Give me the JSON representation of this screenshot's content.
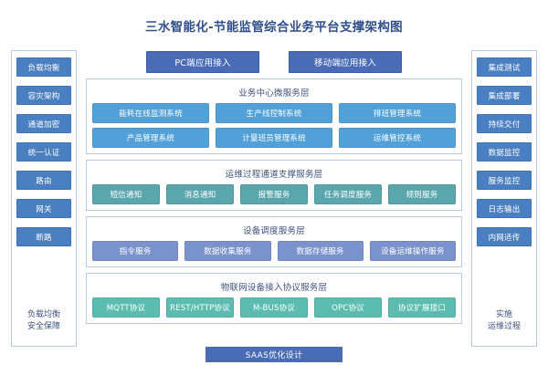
{
  "title": "三水智能化-节能监管综合业务平台支撑架构图",
  "entry_buttons": [
    {
      "label": "PC端应用接入"
    },
    {
      "label": "移动端应用接入"
    }
  ],
  "left_column": {
    "items": [
      {
        "label": "负载均衡"
      },
      {
        "label": "容灾架构"
      },
      {
        "label": "通道加密"
      },
      {
        "label": "统一认证"
      },
      {
        "label": "路由"
      },
      {
        "label": "网关"
      },
      {
        "label": "断路"
      }
    ],
    "caption_line1": "负载均衡",
    "caption_line2": "安全保障"
  },
  "right_column": {
    "items": [
      {
        "label": "集成测试"
      },
      {
        "label": "集成部署"
      },
      {
        "label": "持续交付"
      },
      {
        "label": "数据监控"
      },
      {
        "label": "服务监控"
      },
      {
        "label": "日志输出"
      },
      {
        "label": "内网适传"
      }
    ],
    "caption_line1": "实施",
    "caption_line2": "运维过程"
  },
  "layers": [
    {
      "title": "业务中心微服务层",
      "color": "c-blue",
      "rows": [
        [
          {
            "label": "能耗在线监测系统"
          },
          {
            "label": "生产线控制系统"
          },
          {
            "label": "排班管理系统"
          }
        ],
        [
          {
            "label": "产品管理系统"
          },
          {
            "label": "计量班员管理系统"
          },
          {
            "label": "运维管控系统"
          }
        ]
      ]
    },
    {
      "title": "运维过程通道支撑服务层",
      "color": "c-teal",
      "rows": [
        [
          {
            "label": "短信通知"
          },
          {
            "label": "消息通知"
          },
          {
            "label": "报警服务"
          },
          {
            "label": "任务调度服务"
          },
          {
            "label": "规则服务"
          }
        ]
      ]
    },
    {
      "title": "设备调度服务层",
      "color": "c-slate",
      "rows": [
        [
          {
            "label": "指令服务"
          },
          {
            "label": "数据收集服务"
          },
          {
            "label": "数据存储服务"
          },
          {
            "label": "设备运维操作服务"
          }
        ]
      ]
    },
    {
      "title": "物联网设备接入协议服务层",
      "color": "c-mint",
      "rows": [
        [
          {
            "label": "MQTT协议"
          },
          {
            "label": "REST/HTTP协议"
          },
          {
            "label": "M-BUS协议"
          },
          {
            "label": "OPC协议"
          },
          {
            "label": "协议扩展接口"
          }
        ]
      ]
    }
  ],
  "bottom_banner": "SAAS优化设计",
  "colors": {
    "title_text": "#2f4f8c",
    "entry_button": "#4a6bb5",
    "side_button": "#4a7fc1",
    "panel_border": "#b9c9e6",
    "layer_business": "#52a0d8",
    "layer_ops_channel": "#5aa6ad",
    "layer_device_dispatch": "#7b93cc",
    "layer_iot_protocol": "#5cbcb0",
    "bottom_banner": "#4a6bb5"
  }
}
